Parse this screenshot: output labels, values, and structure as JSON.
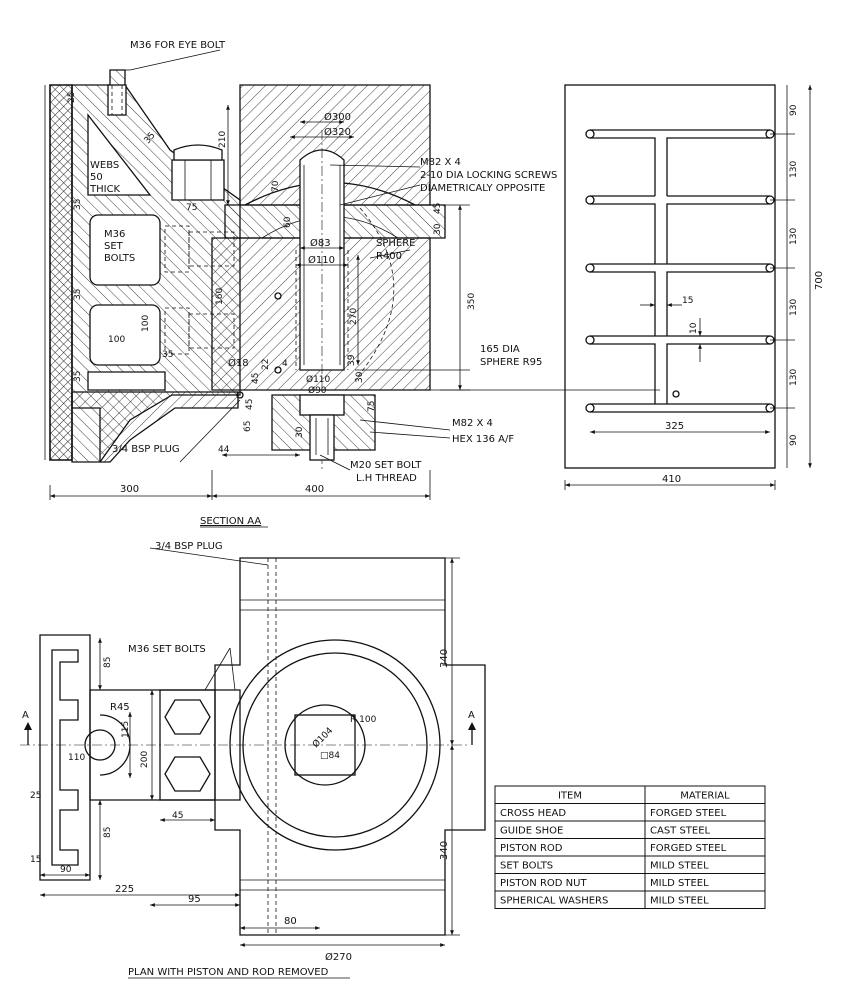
{
  "section_view": {
    "title": "SECTION AA",
    "callouts": {
      "eye_bolt": "M36 FOR EYE BOLT",
      "webs": [
        "WEBS",
        "50",
        "THICK"
      ],
      "set_bolts": [
        "M36",
        "SET",
        "BOLTS"
      ],
      "thread_top": "M82 X 4",
      "locking_screws": "2-10 DIA LOCKING SCREWS",
      "diametric": "DIAMETRICALY OPPOSITE",
      "sphere_top": [
        "SPHERE",
        "R400"
      ],
      "sphere_mid": [
        "165 DIA",
        "SPHERE R95"
      ],
      "thread_bottom": "M82 X 4",
      "hex": "HEX 136 A/F",
      "bsp_plug": "3/4 BSP PLUG",
      "set_bolt": "M20 SET BOLT",
      "lh_thread": "L.H THREAD"
    },
    "dims": {
      "d25": "25",
      "d35a": "35",
      "d35b": "35",
      "d35c": "35",
      "d35d": "35",
      "d35e": "35",
      "d100a": "100",
      "d100b": "100",
      "d210": "210",
      "d70": "70",
      "d60": "60",
      "d75": "75",
      "d160": "160",
      "phi300": "Ø300",
      "phi320": "Ø320",
      "phi83": "Ø83",
      "phi110": "Ø110",
      "d30": "30",
      "d45": "45",
      "d350": "350",
      "d270": "270",
      "d39": "39",
      "d30b": "30",
      "d75b": "75",
      "phi18": "Ø18",
      "d22": "22",
      "d45b": "45",
      "d45c": "45",
      "d4": "4",
      "phi110b": "Ø110",
      "phi90": "Ø90",
      "d30c": "30",
      "d65": "65",
      "d44": "44",
      "d300": "300",
      "d400": "400"
    }
  },
  "guide_view": {
    "dims_right": [
      "90",
      "130",
      "130",
      "130",
      "130",
      "90"
    ],
    "overall_height": "700",
    "d15": "15",
    "d10": "10",
    "d325": "325",
    "d410": "410"
  },
  "plan_view": {
    "title": "PLAN WITH PISTON AND ROD REMOVED",
    "bsp_plug": "3/4 BSP PLUG",
    "set_bolts": "M36 SET BOLTS",
    "section_mark": "A",
    "dims": {
      "d85a": "85",
      "r45": "R45",
      "d115": "115",
      "d200": "200",
      "d110": "110",
      "d25": "25",
      "d85b": "85",
      "d45": "45",
      "d15": "15",
      "d90": "90",
      "d225": "225",
      "d95": "95",
      "d80": "80",
      "phi270": "Ø270",
      "d340a": "340",
      "d340b": "340",
      "phi104": "Ø104",
      "r100": "R 100",
      "sq84": "□84"
    }
  },
  "material_table": {
    "headers": [
      "ITEM",
      "MATERIAL"
    ],
    "rows": [
      [
        "CROSS HEAD",
        "FORGED STEEL"
      ],
      [
        "GUIDE SHOE",
        "CAST STEEL"
      ],
      [
        "PISTON ROD",
        "FORGED STEEL"
      ],
      [
        "SET BOLTS",
        "MILD STEEL"
      ],
      [
        "PISTON ROD NUT",
        "MILD STEEL"
      ],
      [
        "SPHERICAL WASHERS",
        "MILD STEEL"
      ]
    ]
  }
}
